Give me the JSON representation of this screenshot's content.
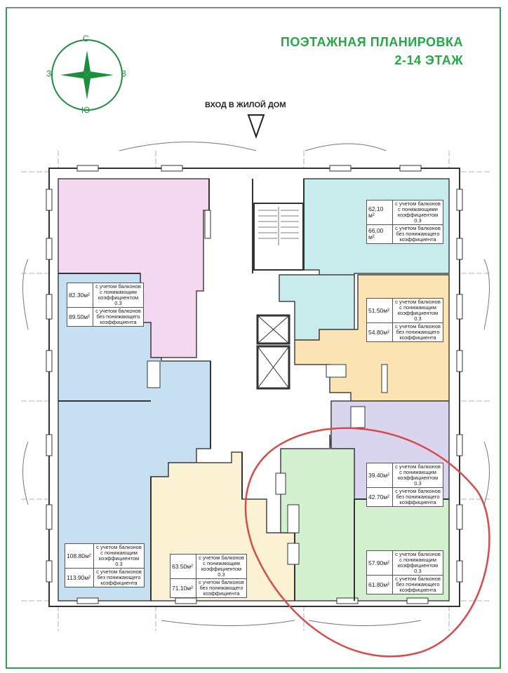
{
  "header": {
    "title_line1": "ПОЭТАЖНАЯ ПЛАНИРОВКА",
    "title_line2": "2-14  ЭТАЖ",
    "entrance_label": "ВХОД В ЖИЛОЙ ДОМ"
  },
  "compass": {
    "north": "С",
    "south": "Ю",
    "west": "З",
    "east": "В"
  },
  "colors": {
    "accent": "#22a845",
    "pink": "#f3d8f0",
    "cyan": "#c8ecec",
    "orange": "#fbe3b3",
    "lilac": "#d9d5ef",
    "blue": "#c6e0f2",
    "cream": "#fbf2d3",
    "green": "#d3f0cf",
    "highlight": "#d94a4a"
  },
  "apartments": [
    {
      "id": "apt-pink",
      "area_with": "82.30м²",
      "area_without": "89.50м²",
      "with_label": "с учетом балконов с понижающим коэффициентом 0.3",
      "without_label": "с учетом балконов без понижающего коэффициента"
    },
    {
      "id": "apt-cyan",
      "area_with": "62,10 м²",
      "area_without": "66,00 м²",
      "with_label": "с учетом балконов с понижающими коэффициентом 0.3",
      "without_label": "с учетом балконов без понижающего коэффициента"
    },
    {
      "id": "apt-orange",
      "area_with": "51.50м²",
      "area_without": "54.80м²",
      "with_label": "с учетом балконов с понижающим коэффициентом 0.3",
      "without_label": "с учетом балконов без понижающего коэффициента"
    },
    {
      "id": "apt-lilac",
      "area_with": "39.40м²",
      "area_without": "42.70м²",
      "with_label": "с учетом балконов с понижающим коэффициентом 0.3",
      "without_label": "с учетом балконов без понижающего коэффициента"
    },
    {
      "id": "apt-blue",
      "area_with": "108.80м²",
      "area_without": "113.90м²",
      "with_label": "с учетом балконов с понижающим коэффициентом 0.3",
      "without_label": "с учетом балконов без понижающего коэффициента"
    },
    {
      "id": "apt-cream",
      "area_with": "63.50м²",
      "area_without": "71.10м²",
      "with_label": "с учетом балконов с понижающим коэффициентом 0.3",
      "without_label": "с учетом балконов без понижающего коэффициента"
    },
    {
      "id": "apt-green",
      "area_with": "57.90м²",
      "area_without": "61.80м²",
      "with_label": "с учетом балконов с понижающим коэффициентом 0.3",
      "without_label": "с учетом балконов без понижающего коэффициента"
    }
  ]
}
